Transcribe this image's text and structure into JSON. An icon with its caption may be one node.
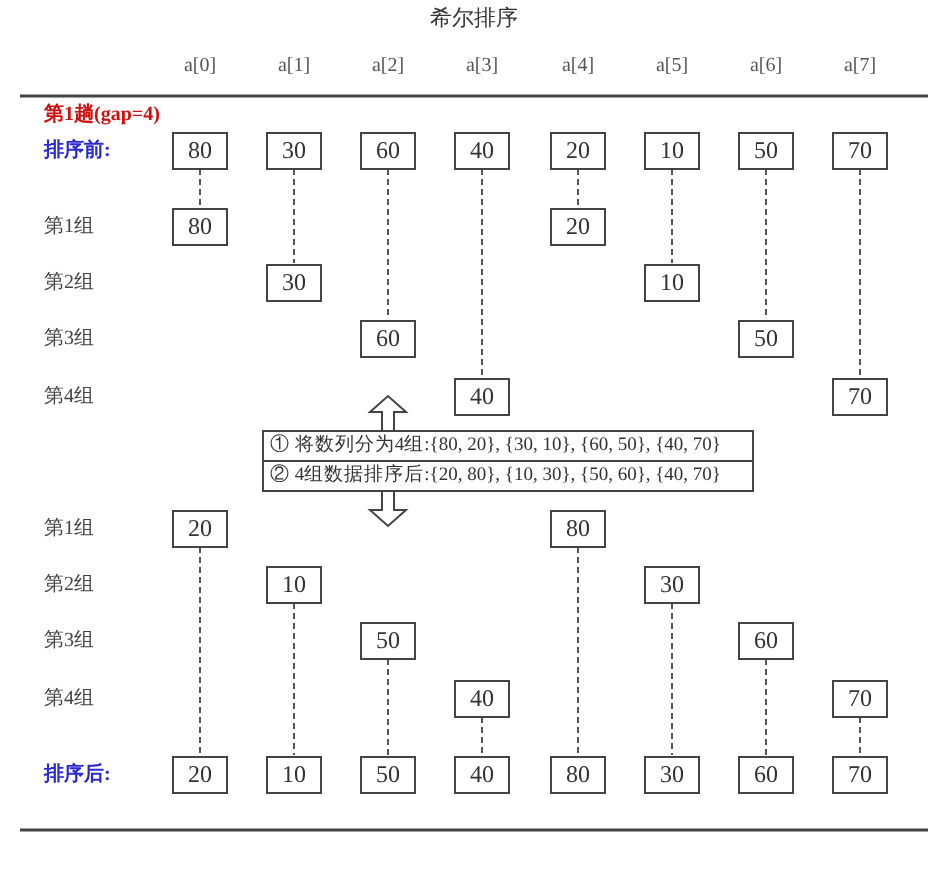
{
  "diagram": {
    "title": "希尔排序",
    "nodes": [
      {
        "text": [
          "80"
        ]
      },
      {
        "text": [
          "30"
        ]
      },
      {
        "text": [
          "60"
        ]
      },
      {
        "text": [
          "40"
        ]
      },
      {
        "text": [
          "20"
        ]
      },
      {
        "text": [
          "10"
        ]
      },
      {
        "text": [
          "50"
        ]
      },
      {
        "text": [
          "70"
        ]
      },
      {
        "text": [
          "80"
        ]
      },
      {
        "text": [
          "20"
        ]
      },
      {
        "text": [
          "30"
        ]
      },
      {
        "text": [
          "10"
        ]
      },
      {
        "text": [
          "60"
        ]
      },
      {
        "text": [
          "50"
        ]
      },
      {
        "text": [
          "40"
        ]
      },
      {
        "text": [
          "70"
        ]
      },
      {
        "text": [
          "① 将数列分为4组:{80, 20}, {30, 10}, {60, 50}, {40, 70}",
          "② 4组数据排序后:{20, 80}, {10, 30}, {50, 60}, {40, 70}"
        ]
      },
      {
        "text": [
          "20"
        ]
      },
      {
        "text": [
          "80"
        ]
      },
      {
        "text": [
          "10"
        ]
      },
      {
        "text": [
          "30"
        ]
      },
      {
        "text": [
          "50"
        ]
      },
      {
        "text": [
          "60"
        ]
      },
      {
        "text": [
          "40"
        ]
      },
      {
        "text": [
          "70"
        ]
      },
      {
        "text": [
          "20"
        ]
      },
      {
        "text": [
          "10"
        ]
      },
      {
        "text": [
          "50"
        ]
      },
      {
        "text": [
          "40"
        ]
      },
      {
        "text": [
          "80"
        ]
      },
      {
        "text": [
          "30"
        ]
      },
      {
        "text": [
          "60"
        ]
      },
      {
        "text": [
          "70"
        ]
      }
    ],
    "edges": [
      {
        "from": 0,
        "to": 8,
        "arrow": "none",
        "style": "dashed"
      },
      {
        "from": 1,
        "to": 10,
        "arrow": "none",
        "style": "dashed"
      },
      {
        "from": 2,
        "to": 12,
        "arrow": "none",
        "style": "dashed"
      },
      {
        "from": 3,
        "to": 14,
        "arrow": "none",
        "style": "dashed"
      },
      {
        "from": 4,
        "to": 9,
        "arrow": "none",
        "style": "dashed"
      },
      {
        "from": 5,
        "to": 11,
        "arrow": "none",
        "style": "dashed"
      },
      {
        "from": 6,
        "to": 13,
        "arrow": "none",
        "style": "dashed"
      },
      {
        "from": 7,
        "to": 15,
        "arrow": "none",
        "style": "dashed"
      },
      {
        "from": 16,
        "to": null,
        "arrow": "to"
      },
      {
        "from": 16,
        "to": null,
        "arrow": "to"
      },
      {
        "from": 17,
        "to": 25,
        "arrow": "none",
        "style": "dashed"
      },
      {
        "from": 19,
        "to": 26,
        "arrow": "none",
        "style": "dashed"
      },
      {
        "from": 21,
        "to": 27,
        "arrow": "none",
        "style": "dashed"
      },
      {
        "from": 23,
        "to": 28,
        "arrow": "none",
        "style": "dashed"
      },
      {
        "from": 18,
        "to": 29,
        "arrow": "none",
        "style": "dashed"
      },
      {
        "from": 20,
        "to": 30,
        "arrow": "none",
        "style": "dashed"
      },
      {
        "from": 22,
        "to": 31,
        "arrow": "none",
        "style": "dashed"
      },
      {
        "from": 24,
        "to": 32,
        "arrow": "none",
        "style": "dashed"
      }
    ],
    "labels": [
      "a[0]",
      "a[1]",
      "a[2]",
      "a[3]",
      "a[4]",
      "a[5]",
      "a[6]",
      "a[7]",
      "第1趟(gap=4)",
      "排序前:",
      "第1组",
      "第2组",
      "第3组",
      "第4组",
      "第1组",
      "第2组",
      "第3组",
      "第4组",
      "排序后:"
    ]
  }
}
